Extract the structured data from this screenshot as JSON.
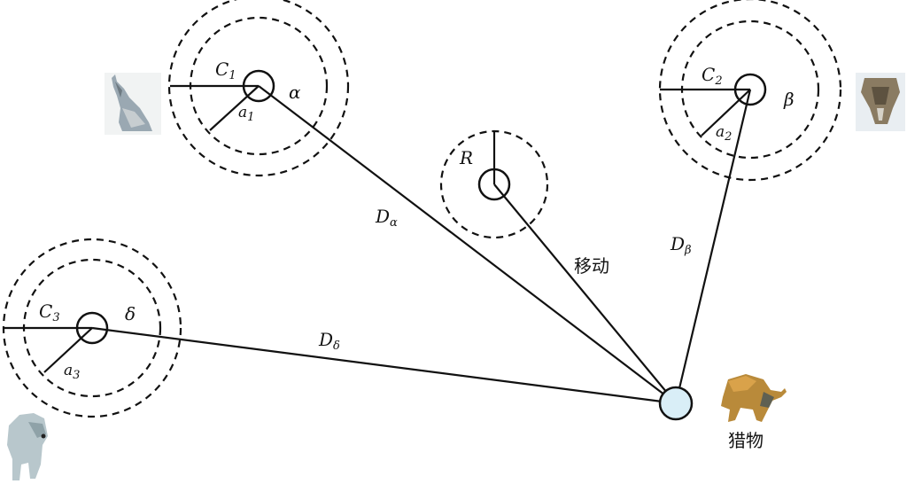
{
  "diagram": {
    "type": "grey-wolf-optimizer-hunting-illustration",
    "agents": [
      {
        "id": "alpha",
        "greek": "α",
        "c_label": "C",
        "c_sub": "1",
        "a_label": "a",
        "a_sub": "1",
        "distance_label": "D",
        "distance_sub": "α",
        "icon": "howling-wolf-icon"
      },
      {
        "id": "beta",
        "greek": "β",
        "c_label": "C",
        "c_sub": "2",
        "a_label": "a",
        "a_sub": "2",
        "distance_label": "D",
        "distance_sub": "β",
        "icon": "wolf-face-icon"
      },
      {
        "id": "delta",
        "greek": "δ",
        "c_label": "C",
        "c_sub": "3",
        "a_label": "a",
        "a_sub": "3",
        "distance_label": "D",
        "distance_sub": "δ",
        "icon": "walking-wolf-icon"
      }
    ],
    "omega": {
      "label": "R",
      "move_label": "移动"
    },
    "prey": {
      "label": "猎物",
      "icon": "bison-icon",
      "fill_color": "#d9eef7"
    },
    "colors": {
      "line": "#111111",
      "dash": "#111111",
      "prey_fill": "#d9eef7"
    }
  }
}
